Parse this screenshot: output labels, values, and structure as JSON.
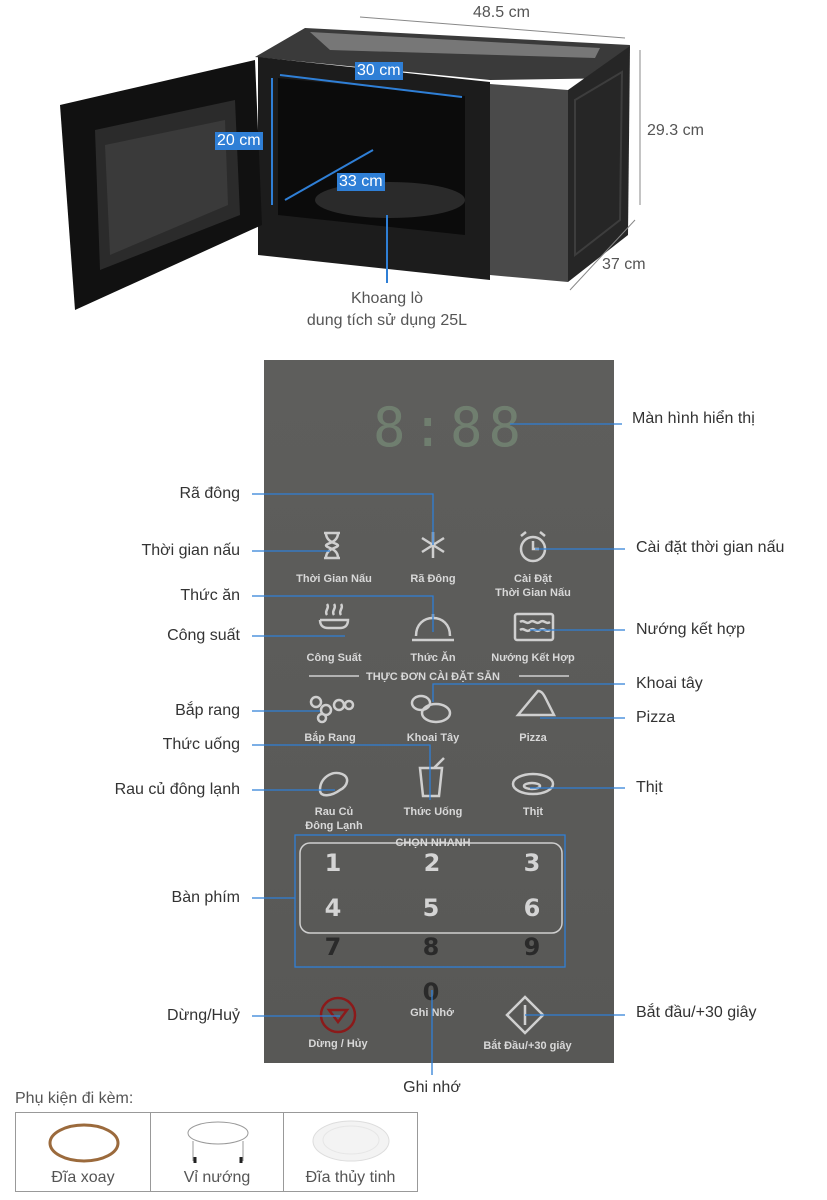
{
  "dimensions": {
    "width": "48.5 cm",
    "height": "29.3 cm",
    "depth": "37 cm",
    "inner_width": "30 cm",
    "inner_height": "20 cm",
    "inner_depth": "33 cm",
    "cavity_line1": "Khoang lò",
    "cavity_line2": "dung tích sử dụng 25L"
  },
  "panel": {
    "display": "8:88",
    "buttons": {
      "cook_time": "Thời Gian Nấu",
      "defrost": "Rã Đông",
      "set_time_1": "Cài Đặt",
      "set_time_2": "Thời Gian Nấu",
      "power": "Công Suất",
      "food": "Thức Ăn",
      "combi": "Nướng Kết Hợp",
      "preset_header": "THỰC ĐƠN CÀI ĐẶT SẴN",
      "popcorn": "Bắp Rang",
      "potato": "Khoai Tây",
      "pizza": "Pizza",
      "veg_1": "Rau Củ",
      "veg_2": "Đông Lạnh",
      "drink": "Thức Uống",
      "meat": "Thịt",
      "quick_header": "CHỌN NHANH",
      "digits": [
        "1",
        "2",
        "3",
        "4",
        "5",
        "6",
        "7",
        "8",
        "9",
        "0"
      ],
      "memory": "Ghi Nhớ",
      "stop": "Dừng / Hủy",
      "start": "Bắt Đầu/+30 giây"
    }
  },
  "callouts": {
    "defrost": "Rã đông",
    "cook_time": "Thời gian nấu",
    "food": "Thức ăn",
    "power": "Công suất",
    "popcorn": "Bắp rang",
    "drink": "Thức uống",
    "veg": "Rau củ đông lạnh",
    "keypad": "Bàn phím",
    "stop": "Dừng/Huỷ",
    "display": "Màn hình hiển thị",
    "set_time": "Cài đặt thời gian nấu",
    "combi": "Nướng kết hợp",
    "potato": "Khoai tây",
    "pizza": "Pizza",
    "meat": "Thịt",
    "start": "Bắt đầu/+30 giây",
    "memory": "Ghi nhớ"
  },
  "accessories": {
    "title": "Phụ kiện đi kèm:",
    "items": [
      "Đĩa xoay",
      "Vỉ nướng",
      "Đĩa thủy tinh"
    ]
  },
  "colors": {
    "callout": "#2f7fd6",
    "panel": "#5b5b59",
    "stop": "#8b1a1a"
  }
}
